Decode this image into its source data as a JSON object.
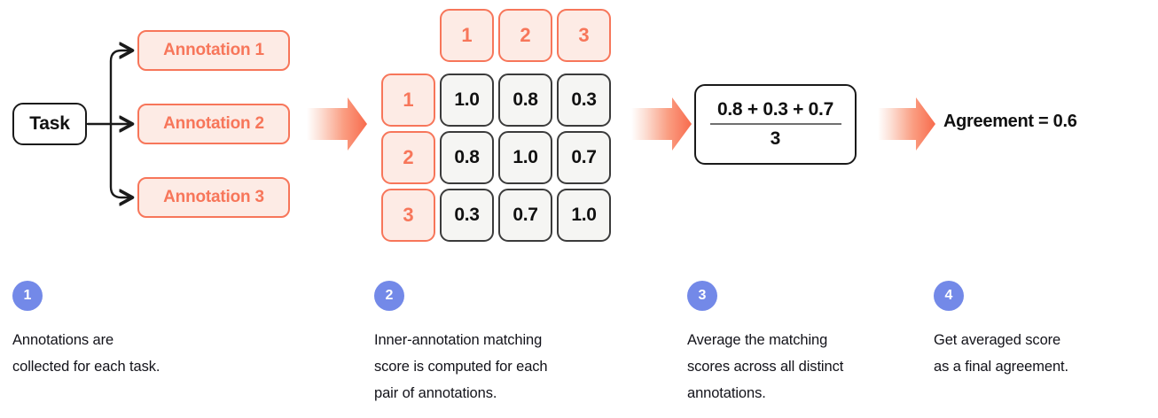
{
  "diagram": {
    "title_flow": "inter-annotator agreement computation",
    "task_box": {
      "label": "Task"
    },
    "annotations": [
      {
        "label": "Annotation 1"
      },
      {
        "label": "Annotation 2"
      },
      {
        "label": "Annotation 3"
      }
    ],
    "matrix": {
      "column_headers": [
        "1",
        "2",
        "3"
      ],
      "row_headers": [
        "1",
        "2",
        "3"
      ],
      "rows": [
        [
          "1.0",
          "0.8",
          "0.3"
        ],
        [
          "0.8",
          "1.0",
          "0.7"
        ],
        [
          "0.3",
          "0.7",
          "1.0"
        ]
      ]
    },
    "formula": {
      "numerator": "0.8 + 0.3 + 0.7",
      "denominator": "3"
    },
    "result": {
      "text": "Agreement = 0.6"
    },
    "arrows": [
      {
        "name": "arrow-1"
      },
      {
        "name": "arrow-2"
      },
      {
        "name": "arrow-3"
      }
    ]
  },
  "steps": [
    {
      "number": "1",
      "text": "Annotations are\ncollected for each task."
    },
    {
      "number": "2",
      "text": "Inner-annotation matching\nscore is computed for each\npair of annotations."
    },
    {
      "number": "3",
      "text": "Average the matching\nscores across all distinct\nannotations."
    },
    {
      "number": "4",
      "text": "Get averaged score\nas a final agreement."
    }
  ],
  "colors": {
    "accent_coral": "#F7765A",
    "accent_coral_fill": "#FDEBE5",
    "badge_blue": "#7389E8",
    "cell_fill": "#F5F5F3",
    "outline_dark": "#1a1a1a",
    "text_dark": "#13131a",
    "background": "#ffffff"
  }
}
